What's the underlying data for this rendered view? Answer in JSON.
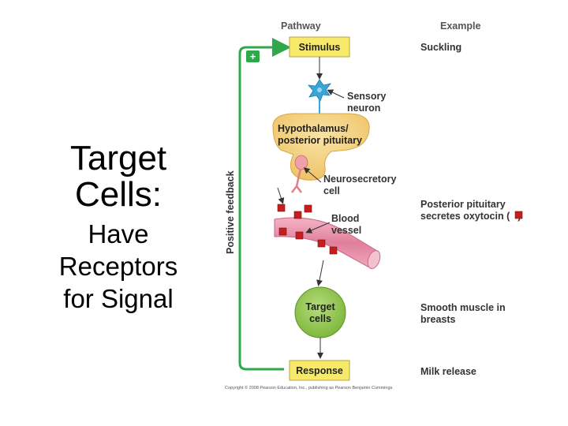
{
  "slide": {
    "title": "Target Cells:",
    "body_lines": [
      "Have",
      "Receptors",
      "for Signal"
    ]
  },
  "diagram": {
    "col_pathway": "Pathway",
    "col_example": "Example",
    "stimulus": "Stimulus",
    "sensory_neuron": [
      "Sensory",
      "neuron"
    ],
    "hypothalamus": [
      "Hypothalamus/",
      "posterior pituitary"
    ],
    "neurosecretory": [
      "Neurosecretory",
      "cell"
    ],
    "blood_vessel": [
      "Blood",
      "vessel"
    ],
    "target_cells": [
      "Target",
      "cells"
    ],
    "response": "Response",
    "feedback_label": "Positive feedback",
    "feedback_sign": "+",
    "examples": {
      "stimulus": "Suckling",
      "secretion": [
        "Posterior pituitary",
        "secretes oxytocin (",
        ")"
      ],
      "target": [
        "Smooth muscle in",
        "breasts"
      ],
      "response": "Milk release"
    },
    "copyright": "Copyright © 2008 Pearson Education, Inc., publishing as Pearson Benjamin Cummings."
  },
  "colors": {
    "box_yellow": "#f7ea6a",
    "box_border": "#b7a640",
    "feedback_green": "#2ea84a",
    "hormone_red": "#c41e1e",
    "vessel_pink": "#e58aa6",
    "target_green": "#8fc44b",
    "gland_tan": "#f3cf7a",
    "neuron_blue": "#3aa6d8"
  }
}
